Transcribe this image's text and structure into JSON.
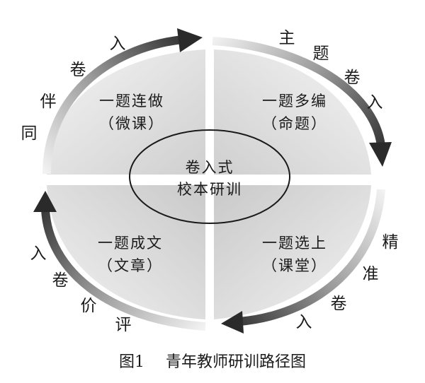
{
  "center": {
    "line1": "卷入式",
    "line2": "校本研训"
  },
  "quadrants": {
    "top_left": {
      "line1": "一题连做",
      "line2": "（微课）"
    },
    "top_right": {
      "line1": "一题多编",
      "line2": "（命题）"
    },
    "bottom_left": {
      "line1": "一题成文",
      "line2": "（文章）"
    },
    "bottom_right": {
      "line1": "一题选上",
      "line2": "（课堂）"
    }
  },
  "arcs": {
    "top_left": [
      "同",
      "伴",
      "卷",
      "入"
    ],
    "top_right": [
      "主",
      "题",
      "卷",
      "入"
    ],
    "bottom_right": [
      "精",
      "准",
      "卷",
      "入"
    ],
    "bottom_left": [
      "评",
      "价",
      "卷",
      "入"
    ]
  },
  "caption": {
    "figure_number": "图1",
    "title": "青年教师研训路径图"
  }
}
